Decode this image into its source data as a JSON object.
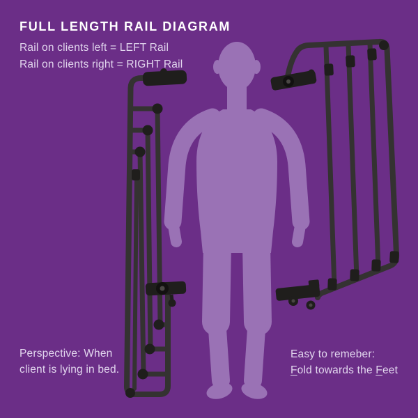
{
  "header": {
    "title": "FULL LENGTH RAIL DIAGRAM",
    "subtitle_line1": "Rail on clients left = LEFT Rail",
    "subtitle_line2": "Rail on clients right = RIGHT Rail"
  },
  "notes": {
    "perspective_line1": "Perspective: When",
    "perspective_line2": "client is lying in bed.",
    "reminder_line1": "Easy to remeber:",
    "reminder_line2": {
      "f1": "F",
      "mid1": "old towards the ",
      "f2": "F",
      "end": "eet"
    }
  },
  "diagram": {
    "left_rail": "folded full-length bed rail (LEFT rail, folded towards the feet)",
    "right_rail": "unfolded full-length bed rail (RIGHT rail, raised)",
    "body": "client body silhouette, lying on back, head at top"
  },
  "colors": {
    "background": "#6B2E87",
    "silhouette": "#9A72B5",
    "rail_tube": "#343231",
    "rail_fitting": "#1F1E1C",
    "rail_pivot": "#121110",
    "rail_sheen": "#4A4744",
    "title_text": "#FFFFFF",
    "body_text": "#E2D6EE"
  }
}
